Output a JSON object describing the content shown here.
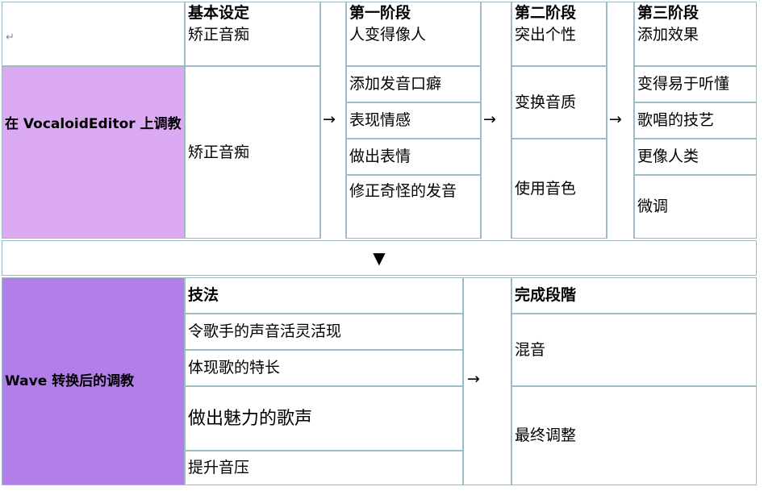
{
  "top": {
    "corner_mark": "↵",
    "basic": {
      "title": "基本设定",
      "sub": "矫正音痴"
    },
    "stage1": {
      "title": "第一阶段",
      "sub": "人变得像人",
      "items": [
        "添加发音口癖",
        "表现情感",
        "做出表情",
        "修正奇怪的发音"
      ]
    },
    "stage2": {
      "title": "第二阶段",
      "sub": "突出个性",
      "items": [
        "变换音质",
        "使用音色"
      ]
    },
    "stage3": {
      "title": "第三阶段",
      "sub": "添加效果",
      "items": [
        "变得易于听懂",
        "歌唱的技艺",
        "更像人类",
        "微调"
      ]
    },
    "left_label": "在 VocaloidEditor 上调教",
    "basic_body": "矫正音痴",
    "arrow": "→"
  },
  "divider": {
    "symbol": "▼"
  },
  "bottom": {
    "left_label": "Wave 转换后的调教",
    "tech_title": "技法",
    "tech_items": [
      "令歌手的声音活灵活现",
      "体现歌的特长",
      "做出魅力的歌声",
      "提升音压"
    ],
    "arrow": "→",
    "final_title": "完成段階",
    "final_items": [
      "混音",
      "最终调整"
    ]
  },
  "colors": {
    "border": "#9bbcc4",
    "lavender_light": "#dcaaf2",
    "lavender_dark": "#b27ee8"
  }
}
